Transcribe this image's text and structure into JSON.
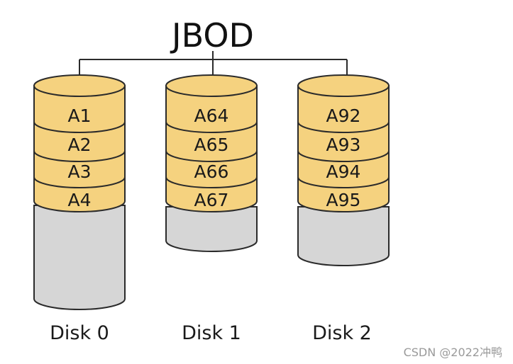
{
  "title": "JBOD",
  "colors": {
    "block_fill": "#F5D27F",
    "disk_empty_fill": "#D6D6D6",
    "outline": "#2b2b2b",
    "text": "#1a1a1a"
  },
  "disks": [
    {
      "label": "Disk 0",
      "blocks": [
        "A1",
        "A2",
        "A3",
        "A4"
      ]
    },
    {
      "label": "Disk 1",
      "blocks": [
        "A64",
        "A65",
        "A66",
        "A67"
      ]
    },
    {
      "label": "Disk 2",
      "blocks": [
        "A92",
        "A93",
        "A94",
        "A95"
      ]
    }
  ],
  "watermark": "CSDN @2022冲鸭"
}
